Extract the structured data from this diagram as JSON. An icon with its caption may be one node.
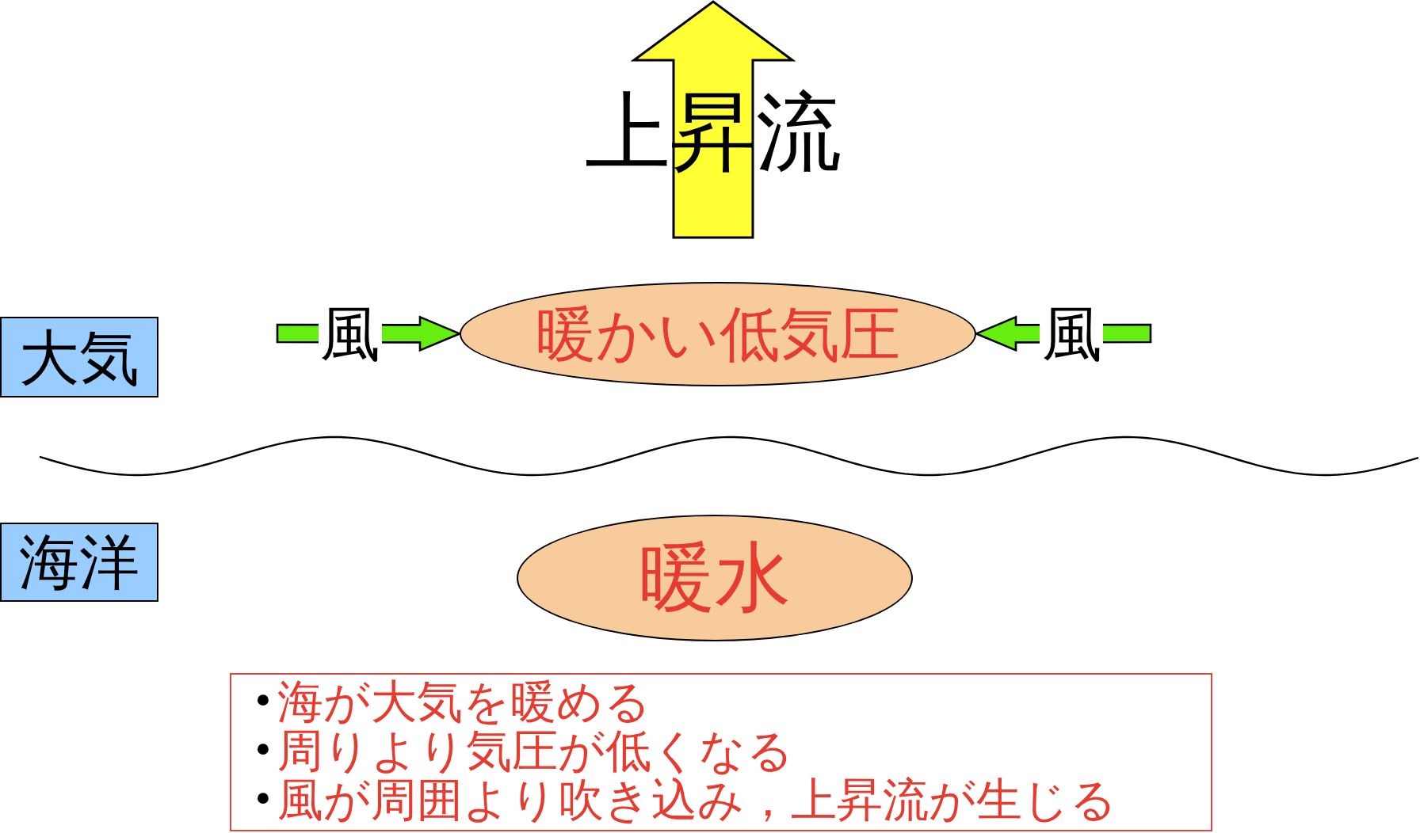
{
  "diagram": {
    "nodes": [
      {
        "text": [
          "大気"
        ]
      },
      {
        "text": [
          "暖かい低気圧"
        ]
      },
      {
        "text": [
          "海洋"
        ]
      },
      {
        "text": [
          "暖水"
        ]
      },
      {
        "text": [
          "海が大気を暖める",
          "周りより気圧が低くなる",
          "風が周囲より吹き込み，上昇流が生じる"
        ]
      }
    ],
    "edges": [
      {
        "from": null,
        "to": 1,
        "arrow": "to",
        "label": "風"
      },
      {
        "from": null,
        "to": 1,
        "arrow": "to",
        "label": "風"
      }
    ],
    "labels": [
      "上昇流",
      "•",
      "•",
      "•"
    ]
  }
}
